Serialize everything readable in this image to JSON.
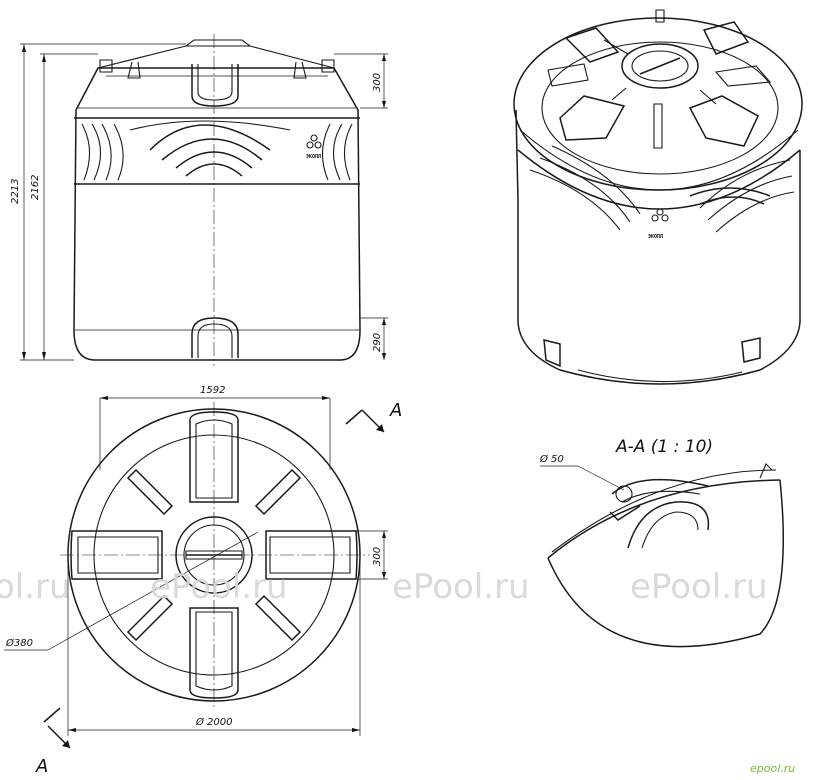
{
  "dimensions": {
    "height_total": "2213",
    "height_body": "2162",
    "top_section": "300",
    "bottom_section": "290",
    "width_top": "1592",
    "hatch_width": "300",
    "diameter_tank": "Ø 2000",
    "diameter_hatch": "Ø380",
    "diameter_pipe": "Ø 50"
  },
  "section": {
    "marker_top": "A",
    "marker_bottom": "A",
    "title": "A-A (1 : 10)"
  },
  "brand": {
    "emblem_text": "ЭКОПЛ",
    "iso_text": "ЭКОПЛ"
  },
  "watermark": {
    "text": "ePool.ru",
    "partial_left": "ol.ru",
    "logo": "epool.ru"
  }
}
